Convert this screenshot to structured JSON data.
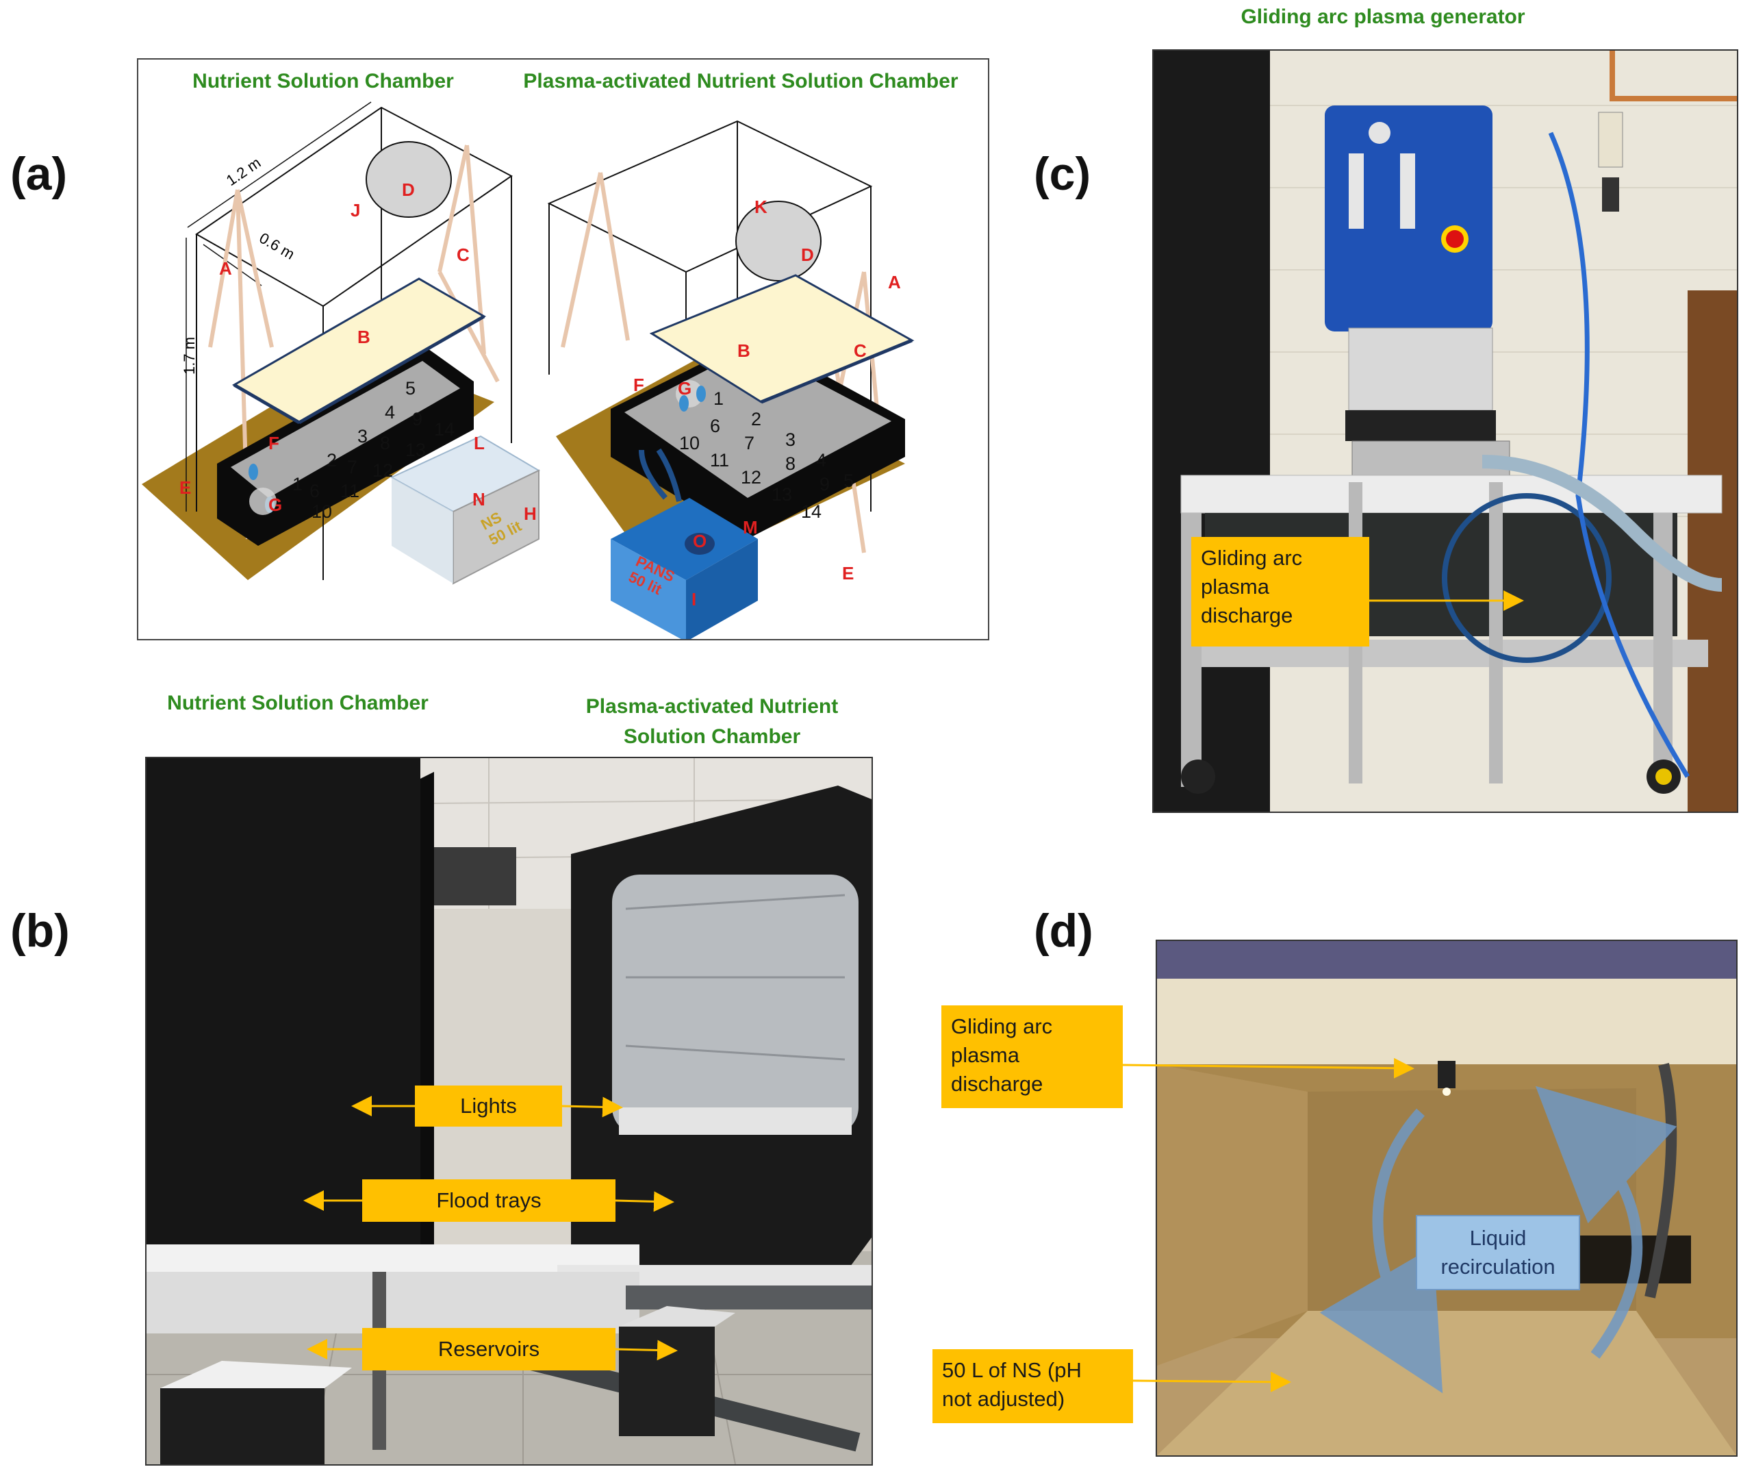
{
  "panels": {
    "a": {
      "letter": "(a)",
      "title_left": "Nutrient Solution Chamber",
      "title_right": "Plasma-activated Nutrient Solution Chamber",
      "dim_length": "1.2 m",
      "dim_width": "0.6 m",
      "dim_height": "1.7 m",
      "labels": {
        "A": "A",
        "B": "B",
        "C": "C",
        "D": "D",
        "E": "E",
        "F": "F",
        "G": "G",
        "H": "H",
        "I": "I",
        "J": "J",
        "K": "K",
        "L": "L",
        "M": "M",
        "N": "N",
        "O": "O"
      },
      "tray_numbers": [
        "1",
        "2",
        "3",
        "4",
        "5",
        "6",
        "7",
        "8",
        "9",
        "10",
        "11",
        "12",
        "13",
        "14"
      ],
      "reservoir_left": {
        "name": "NS",
        "volume": "50 lit"
      },
      "reservoir_right": {
        "name": "PANS",
        "volume": "50 lit"
      }
    },
    "b": {
      "letter": "(b)",
      "title_left": "Nutrient Solution Chamber",
      "title_right": "Plasma-activated Nutrient Solution Chamber",
      "callouts": {
        "lights": "Lights",
        "flood_trays": "Flood trays",
        "reservoirs": "Reservoirs"
      }
    },
    "c": {
      "letter": "(c)",
      "title": "Gliding arc plasma generator",
      "callout": "Gliding arc\nplasma\ndischarge"
    },
    "d": {
      "letter": "(d)",
      "callout_discharge": "Gliding arc\nplasma\ndischarge",
      "callout_volume": "50 L of NS (pH\nnot adjusted)",
      "recirculation": "Liquid\nrecirculation"
    }
  },
  "colors": {
    "title_green": "#2e8b1f",
    "label_red": "#e02020",
    "callout_yellow": "#ffc000",
    "light_panel": "#fdf5cf",
    "floor_brown": "#a37a1c",
    "tray_black": "#0b0b0b",
    "arrow_blue": "#6f98c4"
  }
}
